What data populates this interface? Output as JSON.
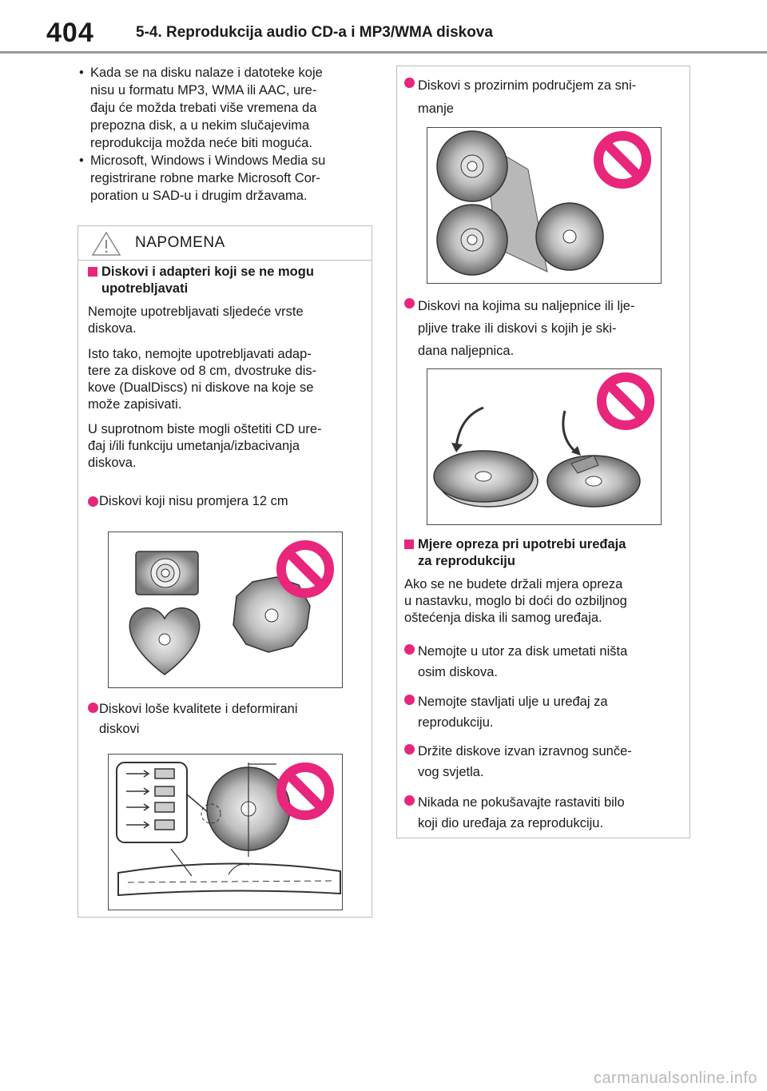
{
  "header": {
    "page_number": "404",
    "section_title": "5-4. Reprodukcija audio CD-a i MP3/WMA diskova"
  },
  "intro": {
    "bullet_symbol": "•",
    "bullets": [
      [
        "Kada se na disku nalaze i datoteke koje",
        "nisu u formatu MP3, WMA ili AAC, ure-",
        "đaju će možda trebati više vremena da",
        "prepozna disk, a u nekim slučajevima",
        "reprodukcija možda neće biti moguća."
      ],
      [
        "Microsoft, Windows i Windows Media su",
        "registrirane robne marke Microsoft Cor-",
        "poration u SAD-u i drugim državama."
      ]
    ]
  },
  "notice": {
    "title": "NAPOMENA",
    "icon": "warning-triangle-icon",
    "heading1": [
      "Diskovi i adapteri koji se ne mogu",
      "upotrebljavati"
    ],
    "para1": [
      "Nemojte upotrebljavati sljedeće vrste",
      "diskova."
    ],
    "para2": [
      "Isto tako, nemojte upotrebljavati adap-",
      "tere za diskove od 8 cm, dvostruke dis-",
      "kove (DualDiscs) ni diskove na koje se",
      "može zapisivati."
    ],
    "para3": [
      "U suprotnom biste mogli oštetiti CD ure-",
      "đaj i/ili funkciju umetanja/izbacivanja",
      "diskova."
    ],
    "item1": [
      "Diskovi koji nisu promjera 12 cm"
    ],
    "item2": [
      "Diskovi loše kvalitete i deformirani",
      "diskovi"
    ]
  },
  "right": {
    "item3": [
      "Diskovi s prozirnim područjem za sni-",
      "manje"
    ],
    "item4": [
      "Diskovi na kojima su naljepnice ili lje-",
      "pljive trake ili diskovi s kojih je ski-",
      "dana naljepnica."
    ],
    "heading2": [
      "Mjere opreza pri upotrebi uređaja",
      "za reprodukciju"
    ],
    "para4": [
      "Ako se ne budete držali mjera opreza",
      "u nastavku, moglo bi doći do ozbiljnog",
      "oštećenja diska ili samog uređaja."
    ],
    "item5": [
      "Nemojte u utor za disk umetati ništa",
      "osim diskova."
    ],
    "item6": [
      "Nemojte stavljati ulje u uređaj za",
      "reprodukciju."
    ],
    "item7": [
      "Držite diskove izvan izravnog sunče-",
      "vog svjetla."
    ],
    "item8": [
      "Nikada ne pokušavajte rastaviti bilo",
      "koji dio uređaja za reprodukciju."
    ]
  },
  "colors": {
    "accent": "#e8267b",
    "border": "#bdbdbd",
    "rule": "#9a9a9a"
  },
  "footer": {
    "watermark": "carmanualsonline.info"
  }
}
